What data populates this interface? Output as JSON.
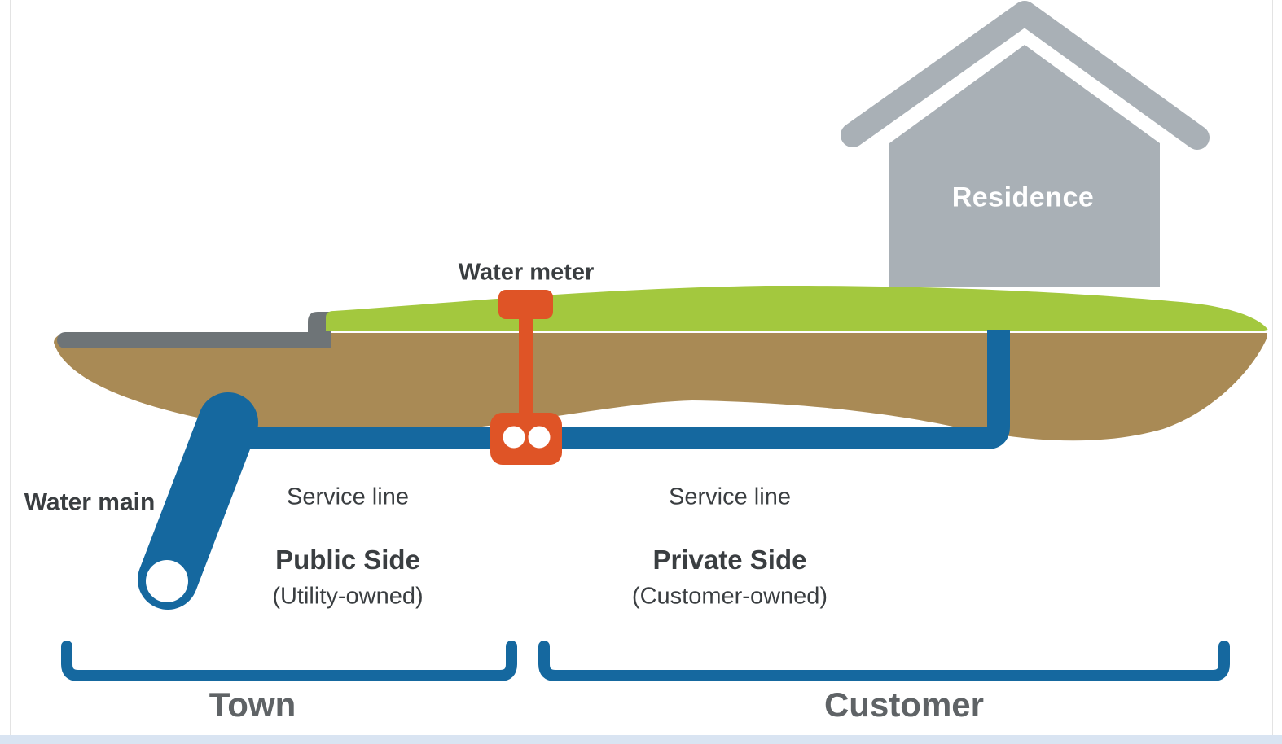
{
  "labels": {
    "residence": "Residence",
    "water_meter": "Water meter",
    "water_main": "Water main",
    "service_line_public": "Service line",
    "public_side_title": "Public Side",
    "public_side_sub": "(Utility-owned)",
    "service_line_private": "Service line",
    "private_side_title": "Private Side",
    "private_side_sub": "(Customer-owned)",
    "town": "Town",
    "customer": "Customer"
  },
  "colors": {
    "pipe_blue": "#15689f",
    "meter_orange": "#df5426",
    "grass_green": "#a3c83e",
    "soil_brown": "#a98a55",
    "road_gray": "#6e7477",
    "house_gray": "#a9b0b6",
    "text_dark": "#3a3e41",
    "zone_text_gray": "#5f6366",
    "footer_strip_blue": "#d9e4f2",
    "pipe_opening_white": "#ffffff"
  }
}
